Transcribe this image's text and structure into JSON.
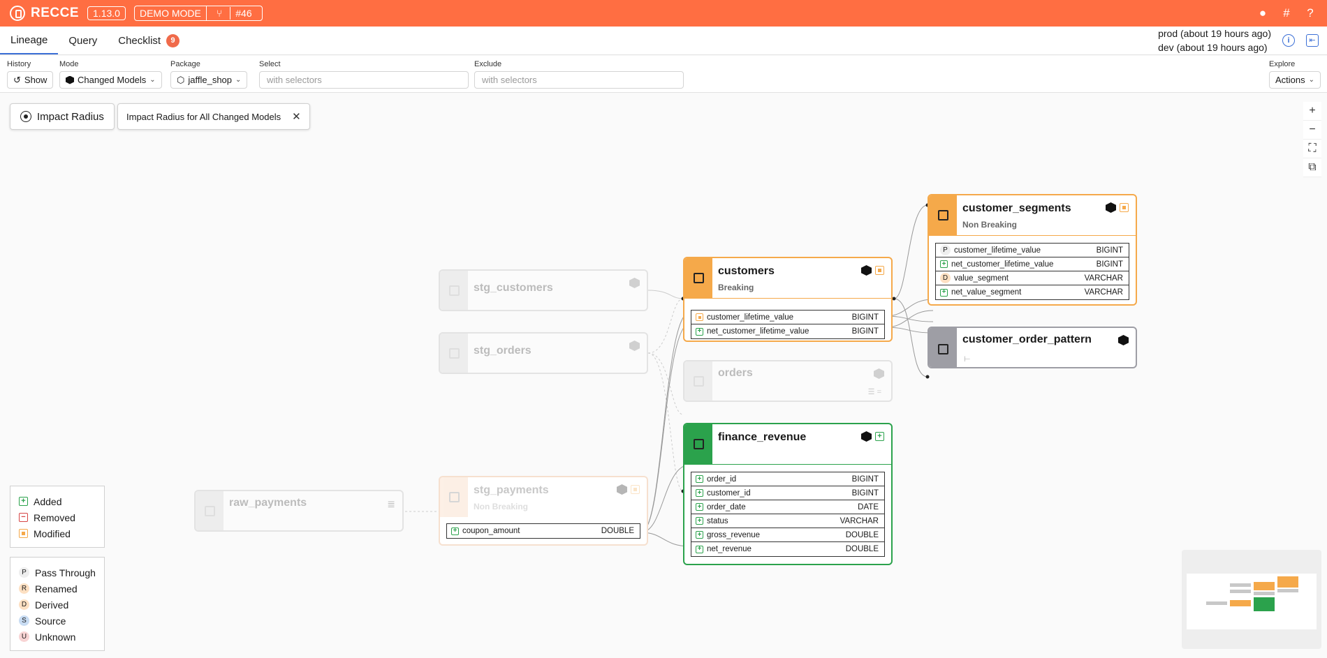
{
  "topbar": {
    "brand": "RECCE",
    "version": "1.13.0",
    "mode_badge": "DEMO MODE",
    "pr_number": "#46",
    "icons": [
      "github-icon",
      "slack-icon",
      "help-icon"
    ]
  },
  "tabs": [
    {
      "label": "Lineage",
      "active": true
    },
    {
      "label": "Query",
      "active": false
    },
    {
      "label": "Checklist",
      "active": false,
      "count": "9"
    }
  ],
  "env": {
    "prod": "prod (about 19 hours ago)",
    "dev": "dev (about 19 hours ago)"
  },
  "filters": {
    "history_label": "History",
    "history_value": "Show",
    "mode_label": "Mode",
    "mode_value": "Changed Models",
    "package_label": "Package",
    "package_value": "jaffle_shop",
    "select_label": "Select",
    "select_placeholder": "with selectors",
    "exclude_label": "Exclude",
    "exclude_placeholder": "with selectors",
    "explore_label": "Explore",
    "explore_value": "Actions"
  },
  "canvas": {
    "impact_button": "Impact Radius",
    "impact_label": "Impact Radius for All Changed Models"
  },
  "nodes": {
    "stg_customers": {
      "name": "stg_customers"
    },
    "stg_orders": {
      "name": "stg_orders"
    },
    "orders": {
      "name": "orders"
    },
    "raw_payments": {
      "name": "raw_payments"
    },
    "stg_payments": {
      "name": "stg_payments",
      "status": "Non Breaking",
      "columns": [
        {
          "name": "coupon_amount",
          "type": "DOUBLE"
        }
      ]
    },
    "customers": {
      "name": "customers",
      "status": "Breaking",
      "columns": [
        {
          "name": "customer_lifetime_value",
          "type": "BIGINT"
        },
        {
          "name": "net_customer_lifetime_value",
          "type": "BIGINT"
        }
      ]
    },
    "finance_revenue": {
      "name": "finance_revenue",
      "columns": [
        {
          "name": "order_id",
          "type": "BIGINT"
        },
        {
          "name": "customer_id",
          "type": "BIGINT"
        },
        {
          "name": "order_date",
          "type": "DATE"
        },
        {
          "name": "status",
          "type": "VARCHAR"
        },
        {
          "name": "gross_revenue",
          "type": "DOUBLE"
        },
        {
          "name": "net_revenue",
          "type": "DOUBLE"
        }
      ]
    },
    "customer_segments": {
      "name": "customer_segments",
      "status": "Non Breaking",
      "columns": [
        {
          "name": "customer_lifetime_value",
          "type": "BIGINT",
          "tag": "P"
        },
        {
          "name": "net_customer_lifetime_value",
          "type": "BIGINT"
        },
        {
          "name": "value_segment",
          "type": "VARCHAR",
          "tag": "D"
        },
        {
          "name": "net_value_segment",
          "type": "VARCHAR"
        }
      ]
    },
    "customer_order_pattern": {
      "name": "customer_order_pattern"
    }
  },
  "legend_changes": [
    {
      "label": "Added",
      "mark": "+"
    },
    {
      "label": "Removed",
      "mark": "−"
    },
    {
      "label": "Modified",
      "mark": ""
    }
  ],
  "legend_columns": [
    {
      "letter": "P",
      "label": "Pass Through"
    },
    {
      "letter": "R",
      "label": "Renamed"
    },
    {
      "letter": "D",
      "label": "Derived"
    },
    {
      "letter": "S",
      "label": "Source"
    },
    {
      "letter": "U",
      "label": "Unknown"
    }
  ],
  "colors": {
    "brand": "#FF6E42",
    "modified": "#F5A94A",
    "added": "#2BA24C",
    "removed": "#D64545",
    "impacted": "#9E9EA5"
  }
}
